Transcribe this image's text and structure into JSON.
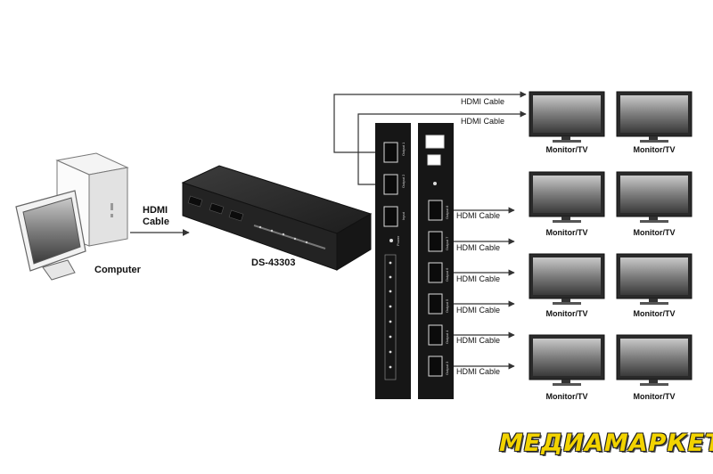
{
  "source_device": {
    "label": "Computer",
    "cable_label_line1": "HDMI",
    "cable_label_line2": "Cable"
  },
  "splitter": {
    "model": "DS-43303"
  },
  "panels": {
    "inputs": [
      "Output 1",
      "Output 2",
      "Input"
    ],
    "outputs": [
      "Output 8",
      "Output 7",
      "Output 6",
      "Output 5",
      "Output 4",
      "Output 3"
    ],
    "power_label": "Power"
  },
  "connections": {
    "cable_label": "HDMI Cable",
    "top_cables": [
      "HDMI Cable",
      "HDMI Cable"
    ],
    "right_cables": [
      "HDMI Cable",
      "HDMI Cable",
      "HDMI Cable",
      "HDMI Cable",
      "HDMI Cable",
      "HDMI Cable"
    ]
  },
  "monitors": {
    "label": "Monitor/TV",
    "rows": [
      [
        "Monitor/TV",
        "Monitor/TV"
      ],
      [
        "Monitor/TV",
        "Monitor/TV"
      ],
      [
        "Monitor/TV",
        "Monitor/TV"
      ],
      [
        "Monitor/TV",
        "Monitor/TV"
      ]
    ]
  },
  "watermark": "МЕДИАМАРКЕТ",
  "colors": {
    "panel": "#161616",
    "device": "#2a2a2a",
    "line": "#333333",
    "brand": "#f2d300"
  }
}
